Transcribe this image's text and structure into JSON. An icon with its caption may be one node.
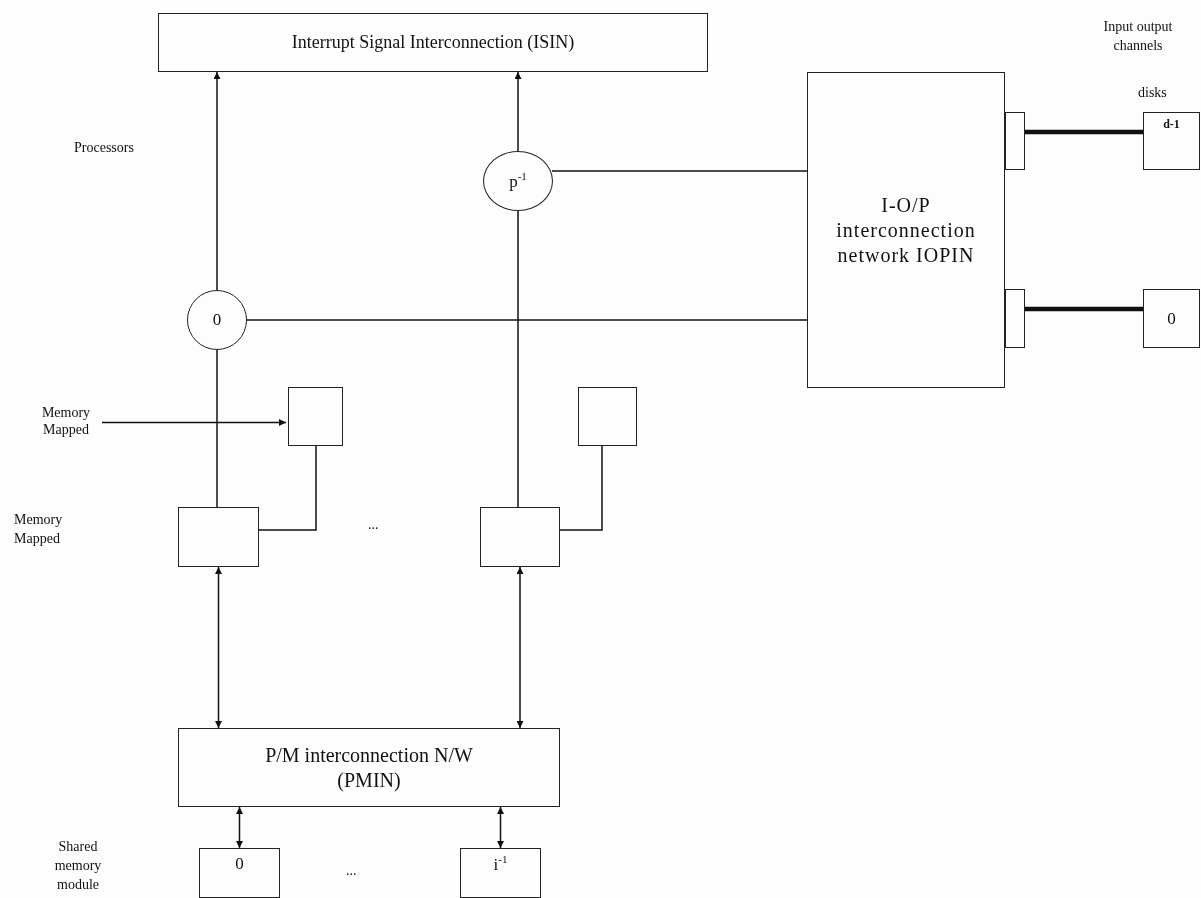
{
  "diagram": {
    "nodes": [
      {
        "text": [
          "Interrupt Signal Interconnection (ISIN)"
        ]
      },
      {
        "text": [
          "p$^{-1}$"
        ]
      },
      {
        "text": [
          "0"
        ]
      },
      {
        "text": [
          "I-O/P interconnection network IOPIN"
        ]
      },
      {
        "text": [],
        "shape": "box"
      },
      {
        "text": [],
        "shape": "box"
      },
      {
        "text": [
          "d-1"
        ]
      },
      {
        "text": [
          "0"
        ]
      },
      {
        "text": [
          "Memory Mapped"
        ]
      },
      {
        "text": [],
        "shape": "box"
      },
      {
        "text": [],
        "shape": "box"
      },
      {
        "text": [],
        "shape": "box"
      },
      {
        "text": [],
        "shape": "box"
      },
      {
        "text": [
          "P/M interconnection N/W (PMIN)"
        ]
      },
      {
        "text": [
          "0"
        ]
      },
      {
        "text": [
          "i$^{-1}$"
        ]
      }
    ],
    "edges": [
      {
        "from": 2,
        "to": 0,
        "arrow": "to"
      },
      {
        "from": 1,
        "to": 0,
        "arrow": "to"
      },
      {
        "from": 2,
        "to": 3,
        "arrow": "none"
      },
      {
        "from": 1,
        "to": 3,
        "arrow": "none"
      },
      {
        "from": 11,
        "to": 2,
        "arrow": "none"
      },
      {
        "from": 12,
        "to": 1,
        "arrow": "none"
      },
      {
        "from": 11,
        "to": 9,
        "arrow": "none"
      },
      {
        "from": 12,
        "to": 10,
        "arrow": "none"
      },
      {
        "from": 8,
        "to": 9,
        "arrow": "to"
      },
      {
        "from": 11,
        "to": 13,
        "arrow": "both"
      },
      {
        "from": 12,
        "to": 13,
        "arrow": "both"
      },
      {
        "from": 13,
        "to": 14,
        "arrow": "both"
      },
      {
        "from": 13,
        "to": 15,
        "arrow": "both"
      },
      {
        "from": 4,
        "to": 6,
        "arrow": "none",
        "style": "thick"
      },
      {
        "from": 5,
        "to": 7,
        "arrow": "none",
        "style": "thick"
      }
    ],
    "labels": [
      "Input output channels",
      "disks",
      "Processors",
      "Memory Mapped",
      "...",
      "Shared memory module",
      "..."
    ]
  }
}
